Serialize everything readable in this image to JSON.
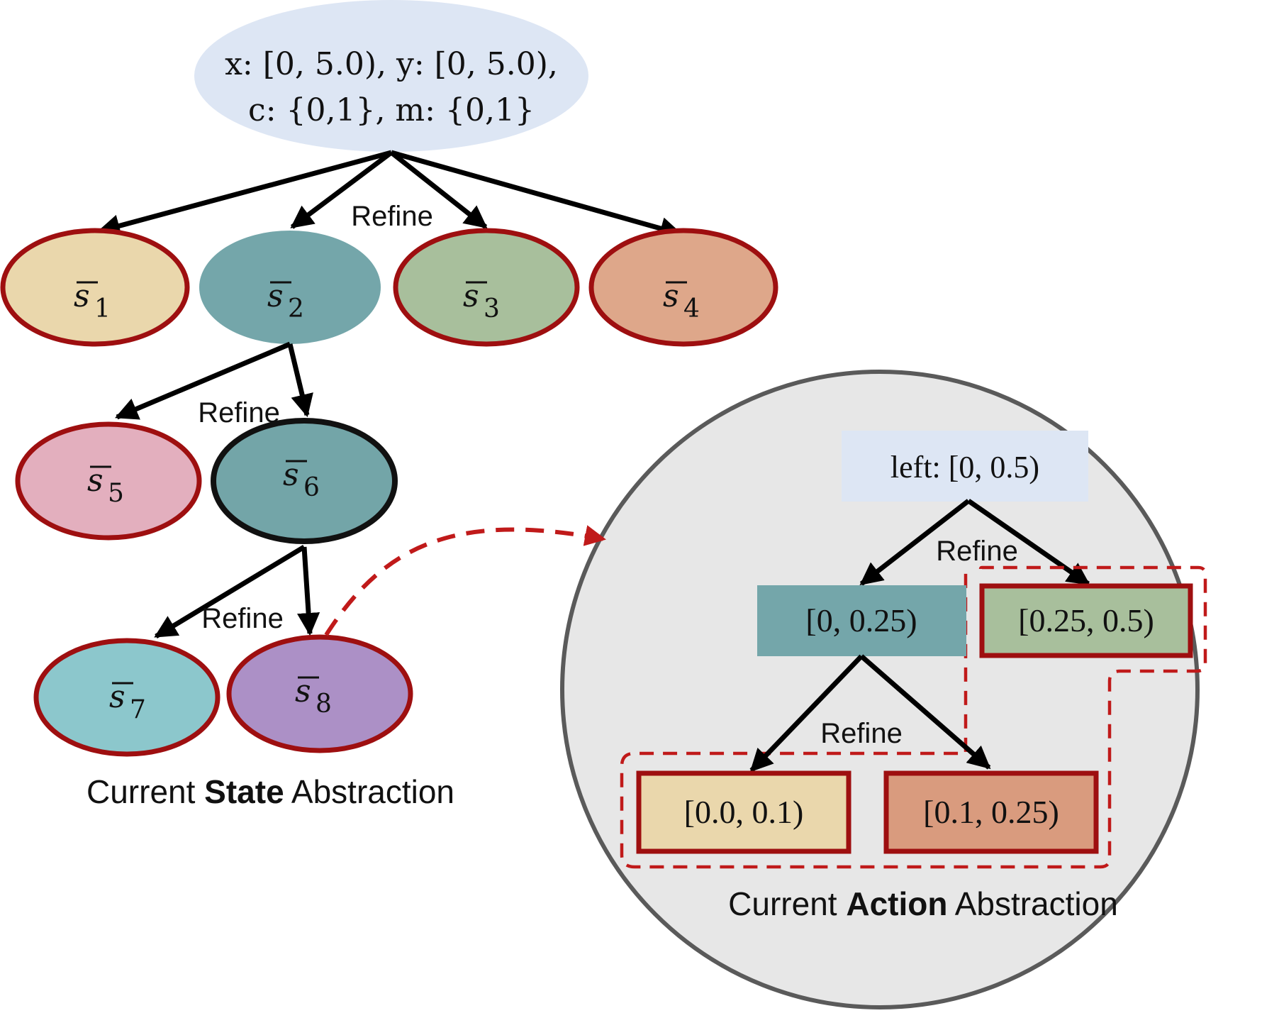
{
  "state_tree": {
    "root_line1": "x: [0, 5.0), y: [0, 5.0),",
    "root_line2": "c: {0,1}, m: {0,1}",
    "refine_label": "Refine",
    "nodes": {
      "s1": {
        "base": "s",
        "sub": "1"
      },
      "s2": {
        "base": "s",
        "sub": "2"
      },
      "s3": {
        "base": "s",
        "sub": "3"
      },
      "s4": {
        "base": "s",
        "sub": "4"
      },
      "s5": {
        "base": "s",
        "sub": "5"
      },
      "s6": {
        "base": "s",
        "sub": "6"
      },
      "s7": {
        "base": "s",
        "sub": "7"
      },
      "s8": {
        "base": "s",
        "sub": "8"
      }
    },
    "caption_prefix": "Current ",
    "caption_bold": "State",
    "caption_suffix": " Abstraction"
  },
  "action_tree": {
    "root": "left: [0, 0.5)",
    "refine_label": "Refine",
    "a1": "[0, 0.25)",
    "a2": "[0.25, 0.5)",
    "a3": "[0.0, 0.1)",
    "a4": "[0.1, 0.25)",
    "caption_prefix": "Current ",
    "caption_bold": "Action",
    "caption_suffix": " Abstraction"
  },
  "colors": {
    "root_fill": "#dde6f4",
    "s1": "#ead7ac",
    "s2": "#74a6aa",
    "s3": "#a8bf9c",
    "s4": "#dea78a",
    "s5": "#e3afbe",
    "s6": "#73a5a8",
    "s7": "#8cc7cc",
    "s8": "#ac90c6",
    "a1": "#74a6aa",
    "a2": "#a8bf9c",
    "a3": "#ead7ac",
    "a4": "#d99b7e",
    "outline_red": "#9e0f10",
    "dashed_red": "#c01a1a",
    "circle_fill": "#e7e7e7",
    "circle_stroke": "#5a5a5a"
  }
}
